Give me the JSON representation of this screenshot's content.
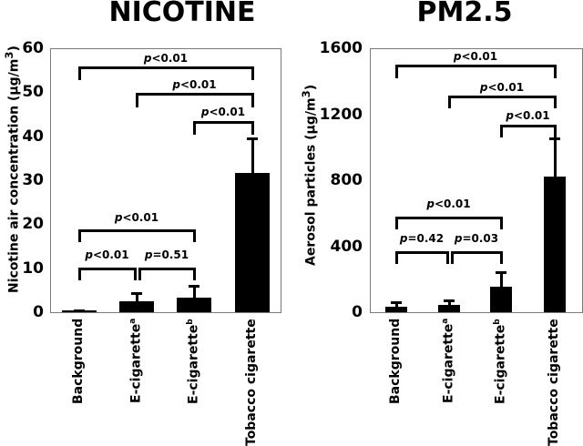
{
  "chart_data": [
    {
      "type": "bar",
      "title": "NICOTINE",
      "xlabel": "",
      "ylabel": "Nicotine air concentration (µg/m³)",
      "ylabel_text": "Nicotine air concentration (µg/m",
      "ylabel_sup": "3",
      "ylim": [
        0,
        60
      ],
      "yticks": [
        0,
        10,
        20,
        30,
        40,
        50,
        60
      ],
      "categories": [
        "Background",
        "E-cigarette",
        "E-cigarette",
        "Tobacco cigarette"
      ],
      "category_superscripts": [
        "",
        "a",
        "b",
        ""
      ],
      "values": [
        0.4,
        2.5,
        3.3,
        31.7
      ],
      "error_upper": [
        0.5,
        4.3,
        6.0,
        39.5
      ],
      "grid": false,
      "comparisons": [
        {
          "from": "Background",
          "to": "Tobacco cigarette",
          "p_symbol": "p",
          "p_text": "<0.01"
        },
        {
          "from": "E-cigarette a",
          "to": "Tobacco cigarette",
          "p_symbol": "p",
          "p_text": "<0.01"
        },
        {
          "from": "E-cigarette b",
          "to": "Tobacco cigarette",
          "p_symbol": "p",
          "p_text": "<0.01"
        },
        {
          "from": "Background",
          "to": "E-cigarette b",
          "p_symbol": "p",
          "p_text": "<0.01"
        },
        {
          "from": "Background",
          "to": "E-cigarette a",
          "p_symbol": "p",
          "p_text": "<0.01"
        },
        {
          "from": "E-cigarette a",
          "to": "E-cigarette b",
          "p_symbol": "p",
          "p_text": "=0.51"
        }
      ]
    },
    {
      "type": "bar",
      "title": "PM2.5",
      "xlabel": "",
      "ylabel": "Aerosol particles (µg/m³)",
      "ylabel_text": "Aerosol particles (µg/m",
      "ylabel_sup": "3",
      "ylim": [
        0,
        1600
      ],
      "yticks": [
        0,
        400,
        800,
        1200,
        1600
      ],
      "categories": [
        "Background",
        "E-cigarette",
        "E-cigarette",
        "Tobacco cigarette"
      ],
      "category_superscripts": [
        "",
        "a",
        "b",
        ""
      ],
      "values": [
        33,
        44,
        154,
        822
      ],
      "error_upper": [
        61,
        72,
        243,
        1054
      ],
      "grid": false,
      "comparisons": [
        {
          "from": "Background",
          "to": "Tobacco cigarette",
          "p_symbol": "p",
          "p_text": "<0.01"
        },
        {
          "from": "E-cigarette a",
          "to": "Tobacco cigarette",
          "p_symbol": "p",
          "p_text": "<0.01"
        },
        {
          "from": "E-cigarette b",
          "to": "Tobacco cigarette",
          "p_symbol": "p",
          "p_text": "<0.01"
        },
        {
          "from": "Background",
          "to": "E-cigarette b",
          "p_symbol": "p",
          "p_text": "<0.01"
        },
        {
          "from": "Background",
          "to": "E-cigarette a",
          "p_symbol": "p",
          "p_text": "=0.42"
        },
        {
          "from": "E-cigarette a",
          "to": "E-cigarette b",
          "p_symbol": "p",
          "p_text": "=0.03"
        }
      ]
    }
  ]
}
